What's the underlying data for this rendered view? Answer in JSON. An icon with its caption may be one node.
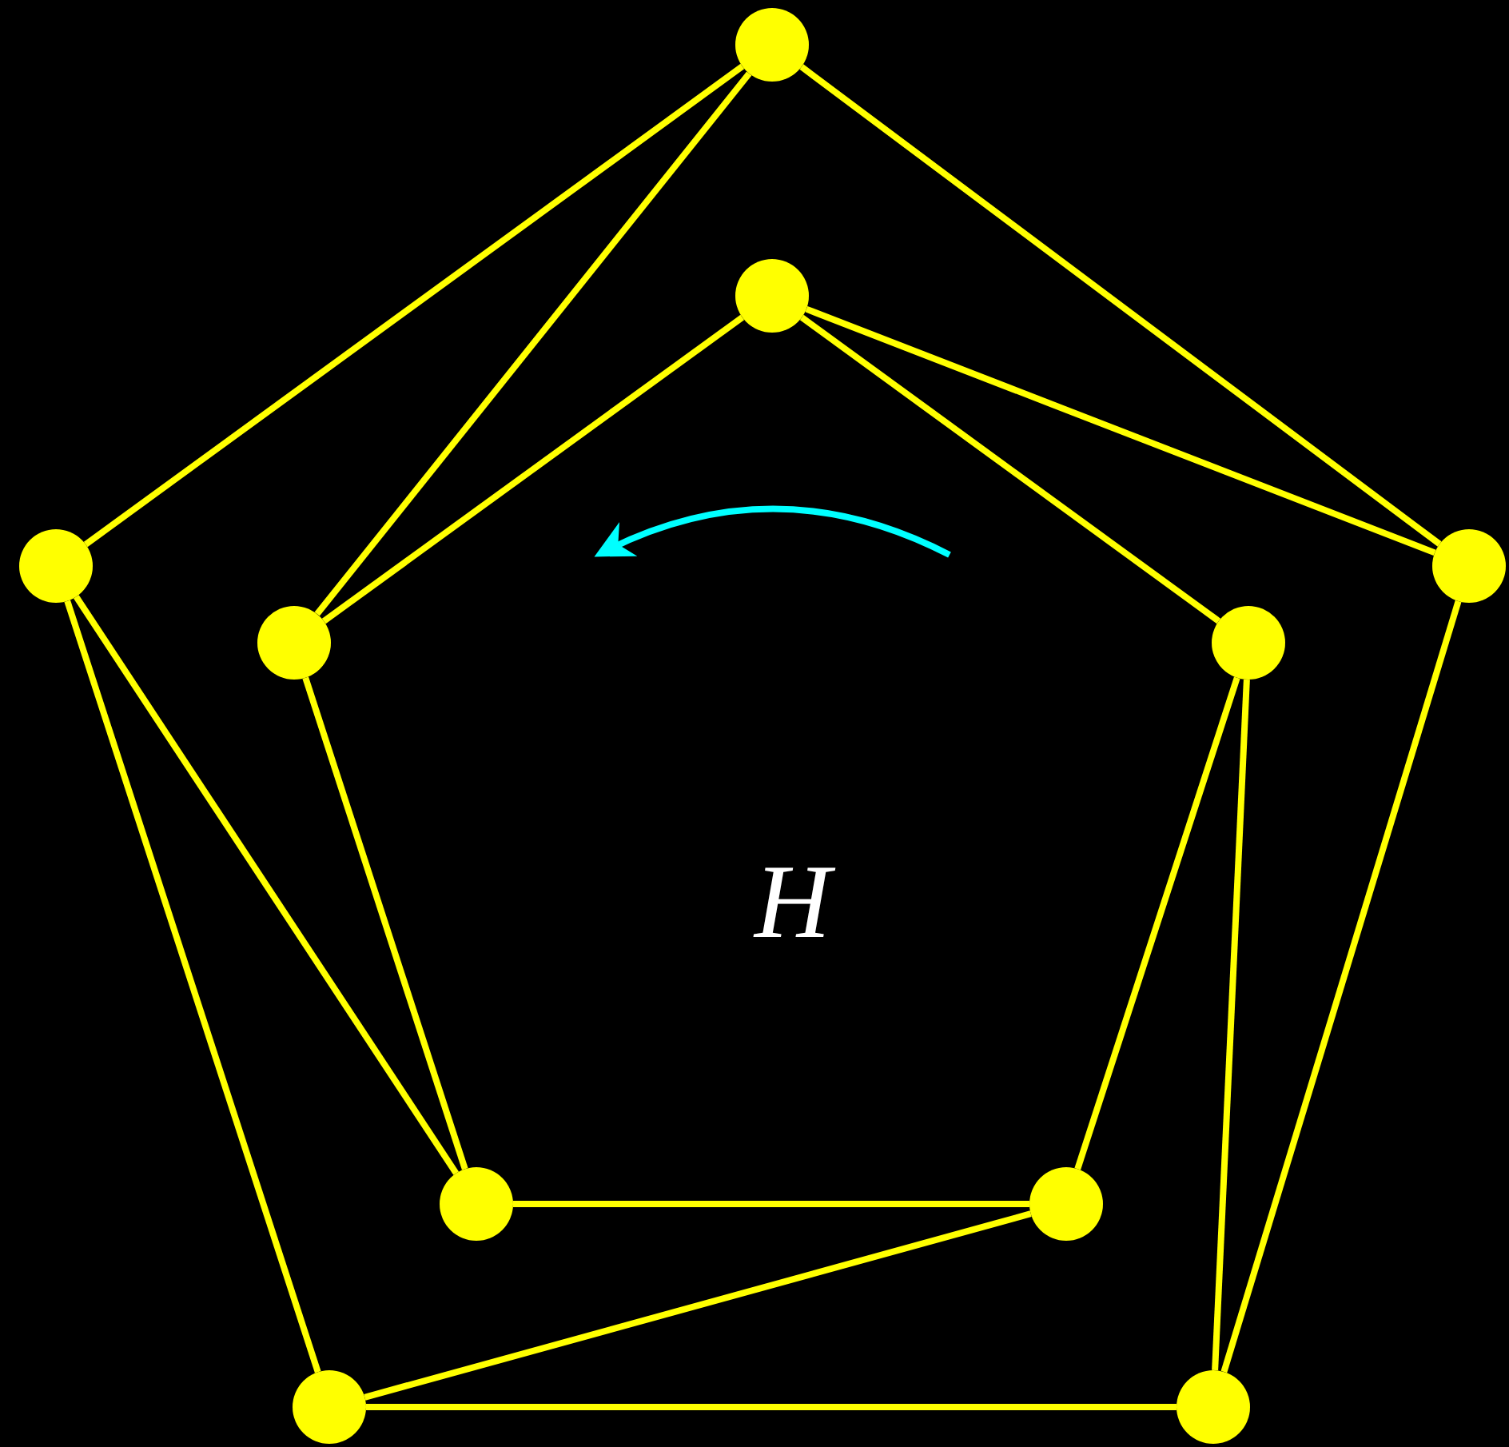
{
  "diagram": {
    "nodes": [
      {
        "text": [],
        "shape": "circle"
      },
      {
        "text": [],
        "shape": "circle"
      },
      {
        "text": [],
        "shape": "circle"
      },
      {
        "text": [],
        "shape": "circle"
      },
      {
        "text": [],
        "shape": "circle"
      },
      {
        "text": [],
        "shape": "circle"
      },
      {
        "text": [],
        "shape": "circle"
      },
      {
        "text": [],
        "shape": "circle"
      },
      {
        "text": [],
        "shape": "circle"
      },
      {
        "text": [],
        "shape": "circle"
      }
    ],
    "edges": [
      {
        "from": 0,
        "to": 3,
        "arrow": "none"
      },
      {
        "from": 3,
        "to": 9,
        "arrow": "none"
      },
      {
        "from": 9,
        "to": 8,
        "arrow": "none"
      },
      {
        "from": 8,
        "to": 2,
        "arrow": "none"
      },
      {
        "from": 2,
        "to": 0,
        "arrow": "none"
      },
      {
        "from": 1,
        "to": 5,
        "arrow": "none"
      },
      {
        "from": 5,
        "to": 7,
        "arrow": "none"
      },
      {
        "from": 7,
        "to": 6,
        "arrow": "none"
      },
      {
        "from": 6,
        "to": 4,
        "arrow": "none"
      },
      {
        "from": 4,
        "to": 1,
        "arrow": "none"
      },
      {
        "from": 0,
        "to": 4,
        "arrow": "none"
      },
      {
        "from": 1,
        "to": 3,
        "arrow": "none"
      },
      {
        "from": 5,
        "to": 9,
        "arrow": "none"
      },
      {
        "from": 7,
        "to": 8,
        "arrow": "none"
      },
      {
        "from": 2,
        "to": 6,
        "arrow": "none"
      }
    ],
    "labels": [
      "H"
    ]
  }
}
